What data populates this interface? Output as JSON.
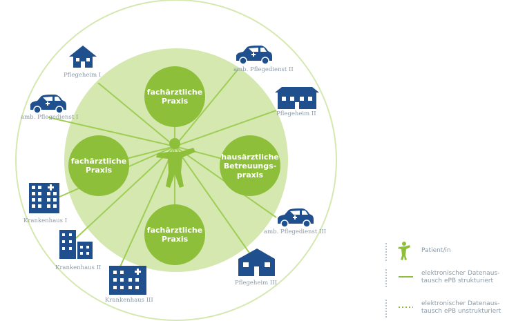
{
  "diagram": {
    "center_nodes": {
      "top": [
        "fachärztliche",
        "Praxis"
      ],
      "left": [
        "fachärztliche",
        "Praxis"
      ],
      "right": [
        "hausärztliche",
        "Betreuungs-",
        "praxis"
      ],
      "bottom": [
        "fachärztliche",
        "Praxis"
      ]
    },
    "outer_nodes": {
      "pflegeheim_1": "Pflegeheim I",
      "pflegeheim_2": "Pflegeheim II",
      "pflegeheim_3": "Pflegeheim III",
      "pflegedienst_1": "amb. Pflegedienst I",
      "pflegedienst_2": "amb. Pflegedienst II",
      "pflegedienst_3": "amb. Pflegedienst III",
      "krankenhaus_1": "Krankenhaus I",
      "krankenhaus_2": "Krankenhaus II",
      "krankenhaus_3": "Krankenhaus III"
    },
    "colors": {
      "green_dark": "#8dbf3a",
      "green_light": "#d4e8b0",
      "navy": "#1f4f8c",
      "label_gray": "#8a9aa8"
    }
  },
  "legend": {
    "patient": "Patient/in",
    "structured_1": "elektronischer Datenaus-",
    "structured_2": "tausch ePB strukturiert",
    "unstructured_1": "elektronischer Datenaus-",
    "unstructured_2": "tausch ePB unstrukturiert"
  }
}
